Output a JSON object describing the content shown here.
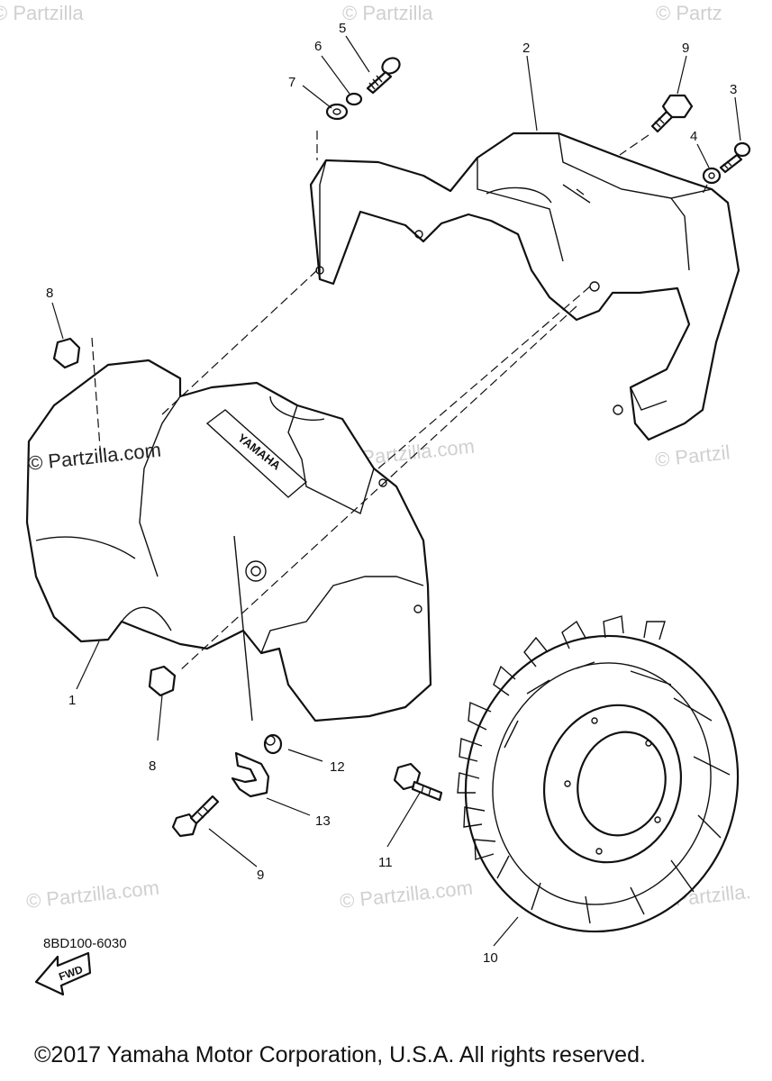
{
  "watermarks": {
    "text": "© Partzilla.com",
    "tl": "© Partzilla",
    "tc": "© Partzilla",
    "tr": "© Partz",
    "main": "© Partzilla.com",
    "mid": "© Partzilla.com",
    "right": "© Partzil",
    "bl": "© Partzilla.com",
    "bc": "© Partzilla.com",
    "br": "© Partzilla."
  },
  "brand_label": "YAMAHA",
  "fwd_label": "FWD",
  "callouts": {
    "c1": "1",
    "c2": "2",
    "c3": "3",
    "c4": "4",
    "c5": "5",
    "c6": "6",
    "c7": "7",
    "c8a": "8",
    "c8b": "8",
    "c9a": "9",
    "c9b": "9",
    "c10": "10",
    "c11": "11",
    "c12": "12",
    "c13": "13"
  },
  "diagram_code": "8BD100-6030",
  "copyright": "©2017 Yamaha Motor Corporation, U.S.A. All rights reserved."
}
